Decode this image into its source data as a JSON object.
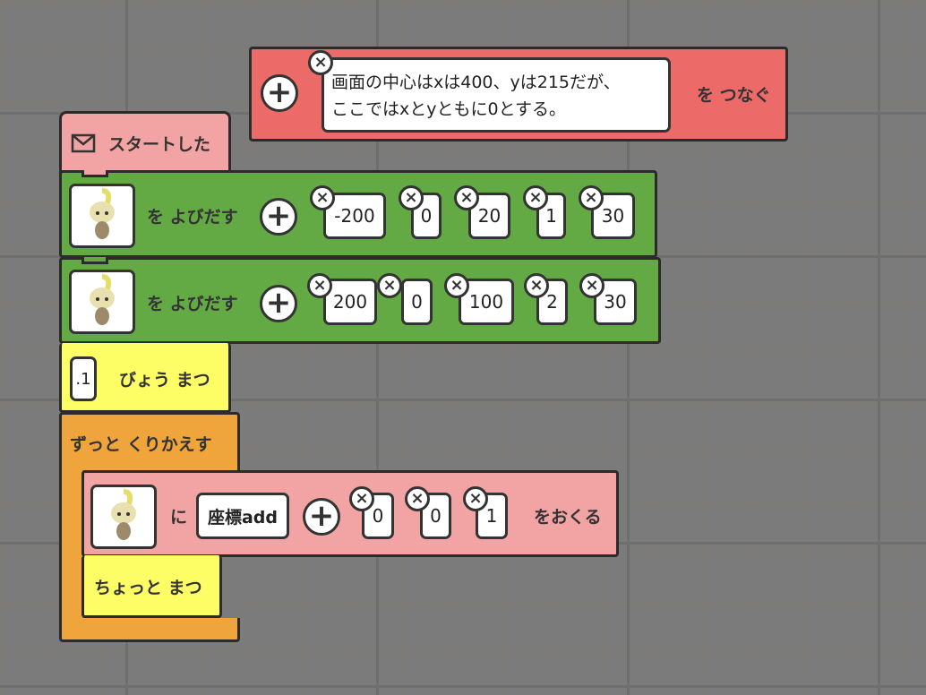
{
  "comment_block": {
    "text_line1": "画面の中心はxは400、yは215だが、",
    "text_line2": "ここではxとyともに0とする。",
    "suffix": "を つなぐ"
  },
  "start_block": {
    "label": "スタートした",
    "icon": "envelope-icon"
  },
  "spawn_blocks": [
    {
      "label": "を よびだす",
      "args": [
        "-200",
        "0",
        "20",
        "1",
        "30"
      ]
    },
    {
      "label": "を よびだす",
      "args": [
        "200",
        "0",
        "100",
        "2",
        "30"
      ]
    }
  ],
  "wait_block": {
    "value": ".1",
    "label": "びょう まつ"
  },
  "loop_block": {
    "label": "ずっと くりかえす"
  },
  "send_block": {
    "prefix": "に",
    "message": "座標add",
    "args": [
      "0",
      "0",
      "1"
    ],
    "suffix": "をおくる"
  },
  "short_wait_block": {
    "label": "ちょっと まつ"
  },
  "colors": {
    "comment": "#ec6a68",
    "event": "#f2a3a3",
    "spawn": "#63aa44",
    "wait": "#fdfd66",
    "loop": "#f0a43c"
  }
}
